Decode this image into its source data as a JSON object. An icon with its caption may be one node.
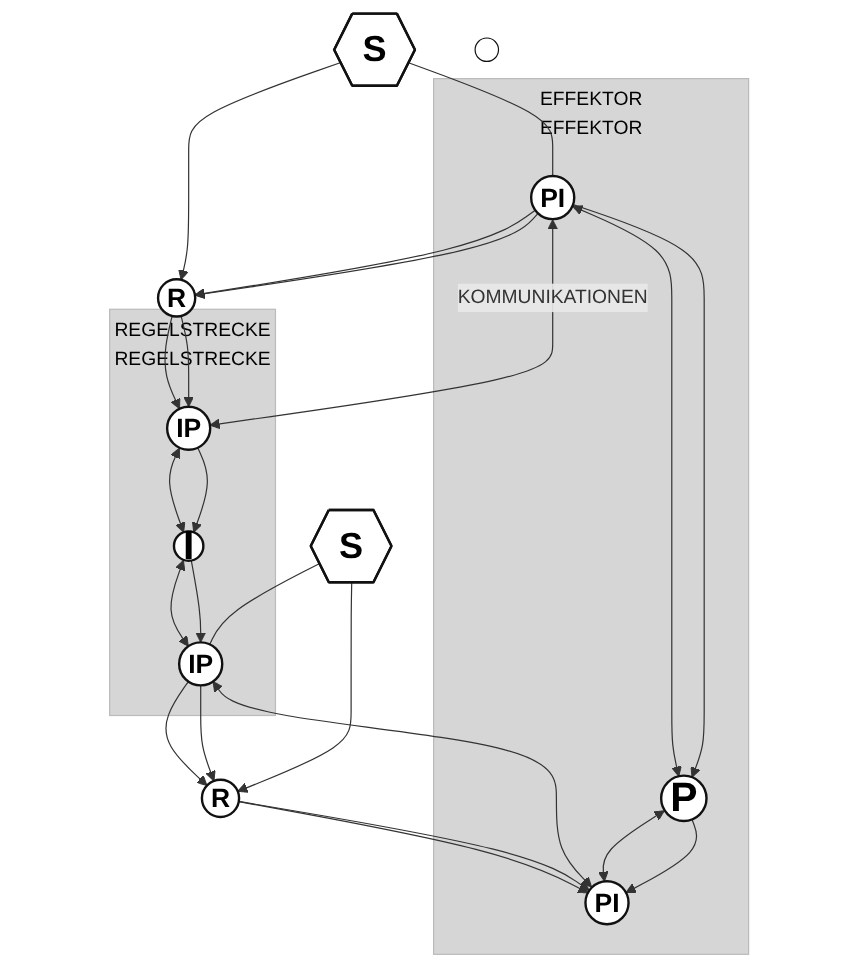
{
  "diagram": {
    "nodes": [
      {
        "text": [
          "S"
        ]
      },
      {
        "text": [
          "R"
        ]
      },
      {
        "text": [
          "EFFEKTOR",
          "EFFEKTOR"
        ]
      },
      {
        "text": [
          "PI"
        ],
        "in": 2
      },
      {
        "text": [
          "REGELSTRECKE",
          "REGELSTRECKE"
        ]
      },
      {
        "text": [
          "IP"
        ],
        "in": 4
      },
      {
        "text": [
          "P"
        ],
        "in": 2
      },
      {
        "text": [],
        "shape": "circle"
      },
      {
        "text": [
          "I"
        ],
        "in": 4
      },
      {
        "text": [
          "PI"
        ],
        "in": 2
      },
      {
        "text": [
          "R"
        ]
      },
      {
        "text": [
          "IP"
        ],
        "in": 4
      },
      {
        "text": [
          "S"
        ]
      }
    ],
    "edges": [
      {
        "from": 0,
        "to": 1,
        "arrow": "to"
      },
      {
        "from": 0,
        "to": 3,
        "arrow": "none"
      },
      {
        "from": 3,
        "to": 1,
        "arrow": "to"
      },
      {
        "from": 3,
        "to": 1,
        "arrow": "to"
      },
      {
        "from": 1,
        "to": 5,
        "arrow": "to"
      },
      {
        "from": 1,
        "to": 5,
        "arrow": "to"
      },
      {
        "from": 3,
        "to": 5,
        "arrow": "both",
        "label": "KOMMUNIKATIONEN"
      },
      {
        "from": 3,
        "to": 6,
        "arrow": "both"
      },
      {
        "from": 6,
        "to": 9,
        "arrow": "both"
      },
      {
        "from": 5,
        "to": 8,
        "arrow": "both"
      },
      {
        "from": 8,
        "to": 11,
        "arrow": "both"
      },
      {
        "from": 9,
        "to": 11,
        "arrow": "both"
      },
      {
        "from": 3,
        "to": 6,
        "arrow": "to"
      },
      {
        "from": 6,
        "to": 9,
        "arrow": "to"
      },
      {
        "from": 5,
        "to": 8,
        "arrow": "to"
      },
      {
        "from": 8,
        "to": 11,
        "arrow": "to"
      },
      {
        "from": 11,
        "to": 10,
        "arrow": "to"
      },
      {
        "from": 11,
        "to": 10,
        "arrow": "to"
      },
      {
        "from": 10,
        "to": 9,
        "arrow": "to"
      },
      {
        "from": 10,
        "to": 9,
        "arrow": "to"
      },
      {
        "from": 12,
        "to": 10,
        "arrow": "to"
      },
      {
        "from": 12,
        "to": 11,
        "arrow": "none"
      }
    ]
  }
}
